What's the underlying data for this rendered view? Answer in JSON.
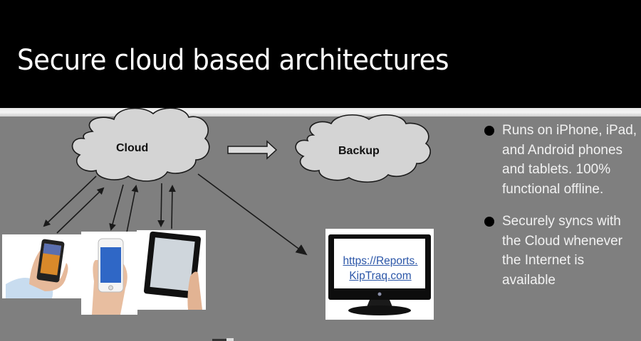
{
  "slide": {
    "title": "Secure cloud based architectures"
  },
  "diagram": {
    "cloud_label": "Cloud",
    "backup_label": "Backup",
    "monitor_url_line1": "https://Reports.",
    "monitor_url_line2": "KipTraq.com",
    "devices": [
      {
        "name": "Android phone"
      },
      {
        "name": "iPhone"
      },
      {
        "name": "iPad"
      }
    ]
  },
  "bullets": [
    {
      "text": "Runs on iPhone, iPad, and Android phones and tablets. 100% functional offline."
    },
    {
      "text": "Securely syncs with the Cloud whenever the Internet is available"
    }
  ],
  "colors": {
    "background": "#7f7f7f",
    "title_bar": "#000000",
    "cloud_fill": "#d4d4d4",
    "link": "#2b56a8"
  }
}
